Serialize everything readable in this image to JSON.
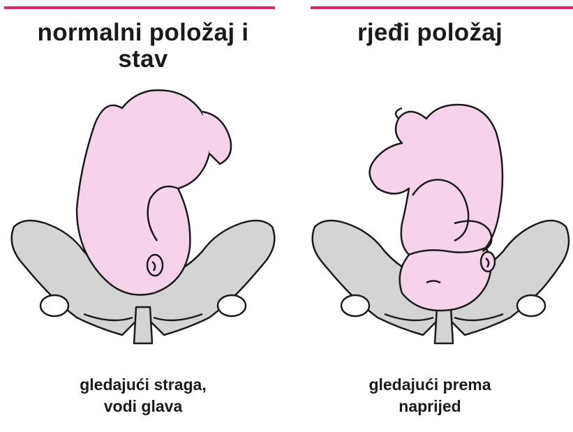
{
  "panels": [
    {
      "title_lines": [
        "normalni položaj i",
        "stav"
      ],
      "caption_lines": [
        "gledajući straga,",
        "vodi glava"
      ]
    },
    {
      "title_lines": [
        "rjeđi položaj"
      ],
      "caption_lines": [
        "gledajući prema",
        "naprijed"
      ]
    }
  ],
  "colors": {
    "rule": "#d6286e",
    "pelvis_fill": "#d4d4d4",
    "baby_fill": "#f6d3ea",
    "outline": "#1a1a1a"
  }
}
